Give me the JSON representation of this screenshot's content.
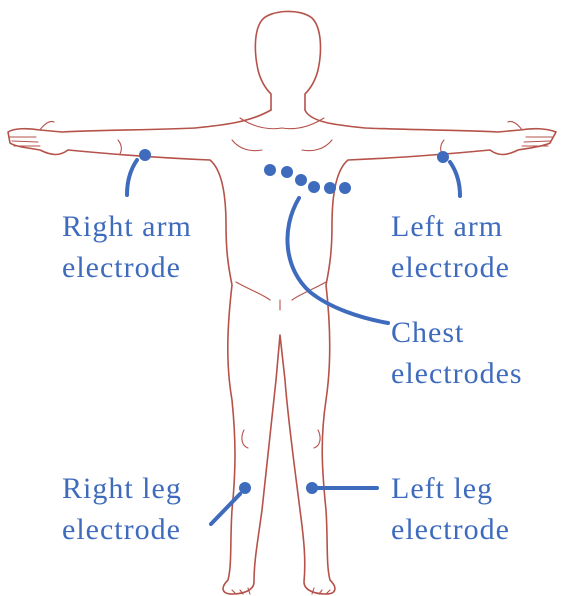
{
  "labels": {
    "right_arm": [
      "Right arm",
      "electrode"
    ],
    "left_arm": [
      "Left arm",
      "electrode"
    ],
    "chest": [
      "Chest",
      "electrodes"
    ],
    "right_leg": [
      "Right leg",
      "electrode"
    ],
    "left_leg": [
      "Left leg",
      "electrode"
    ]
  },
  "colors": {
    "electrode": "#3f6bbd",
    "body_outline": "#b5524a",
    "background": "#ffffff"
  },
  "electrode_counts": {
    "chest": 6
  }
}
